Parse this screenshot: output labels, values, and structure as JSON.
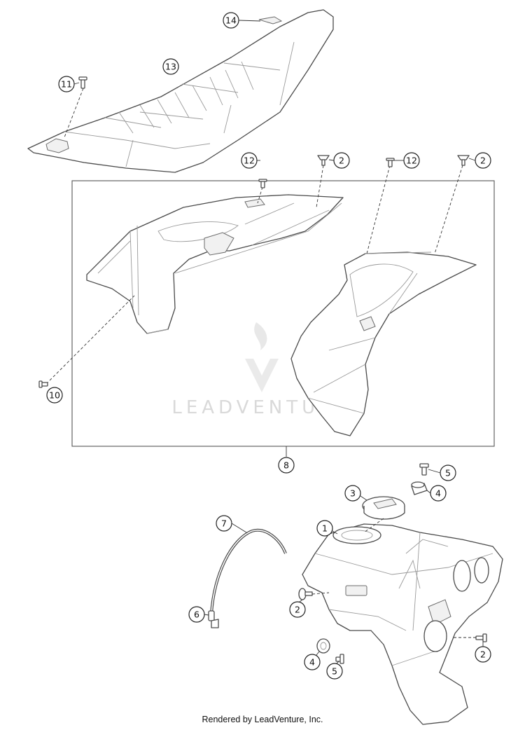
{
  "diagram": {
    "callouts": {
      "c14": "14",
      "c13": "13",
      "c11": "11",
      "c12a": "12",
      "c2a": "2",
      "c12b": "12",
      "c2b": "2",
      "c10": "10",
      "c8": "8",
      "c5a": "5",
      "c4a": "4",
      "c3": "3",
      "c7": "7",
      "c1": "1",
      "c2c": "2",
      "c6": "6",
      "c2d": "2",
      "c4b": "4",
      "c5b": "5"
    },
    "watermark_text": "LEADVENTURE",
    "footer": "Rendered by LeadVenture, Inc."
  }
}
